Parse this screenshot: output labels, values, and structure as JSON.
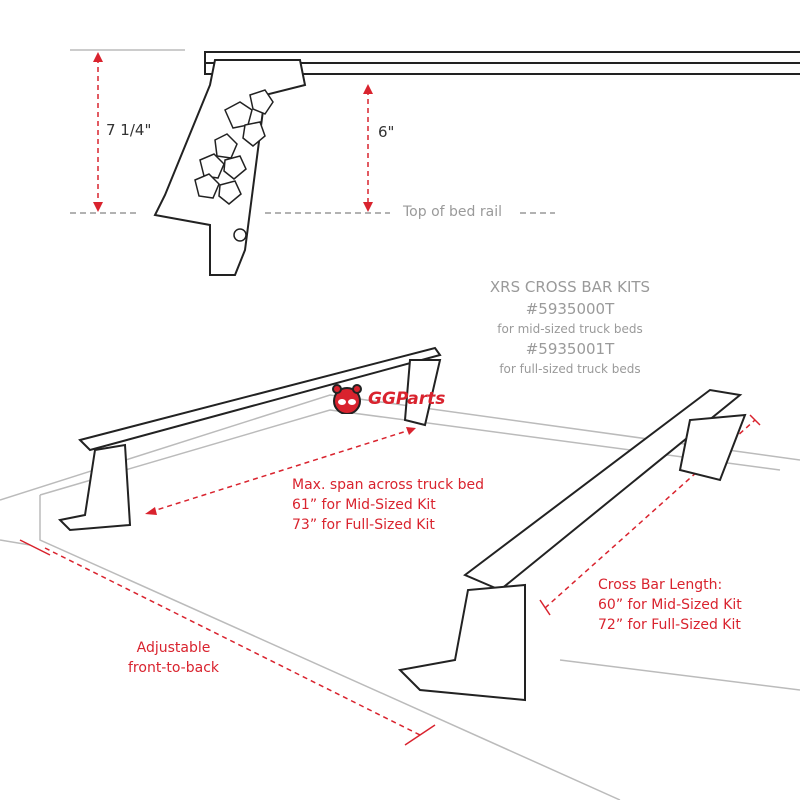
{
  "dimensions": {
    "total_height": "7 1/4\"",
    "clearance": "6\"",
    "bed_rail_label": "Top of bed rail"
  },
  "kits": {
    "title": "XRS CROSS BAR KITS",
    "items": [
      {
        "part": "#5935000T",
        "desc": "for mid-sized truck beds"
      },
      {
        "part": "#5935001T",
        "desc": "for full-sized truck beds"
      }
    ]
  },
  "logo": {
    "text": "GGParts"
  },
  "callouts": {
    "span": [
      "Max. span across truck bed",
      "61” for Mid-Sized Kit",
      "73” for Full-Sized Kit"
    ],
    "length": [
      "Cross Bar Length:",
      "60” for Mid-Sized Kit",
      "72” for Full-Sized Kit"
    ],
    "adjust": [
      "Adjustable",
      "front-to-back"
    ]
  },
  "colors": {
    "accent": "#d9232e",
    "muted": "#9a9a9a",
    "line": "#222222"
  }
}
